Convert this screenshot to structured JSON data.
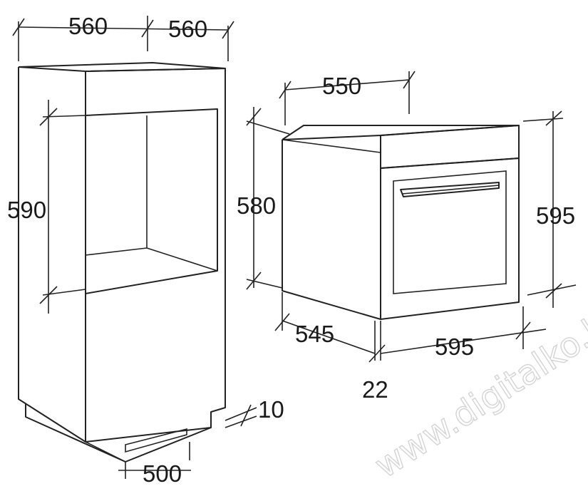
{
  "watermark": "www.digitalko.hu",
  "cabinet": {
    "depth_top": "560",
    "width_top": "560",
    "niche_height": "590",
    "plinth_gap": "10",
    "vent_width": "500"
  },
  "oven": {
    "depth_top": "550",
    "body_height": "580",
    "total_height": "595",
    "side_depth": "545",
    "front_width": "595",
    "front_protrusion": "22"
  }
}
